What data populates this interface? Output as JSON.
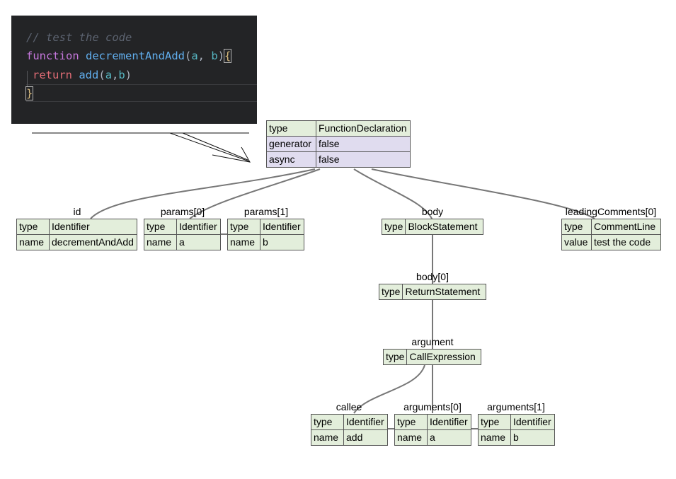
{
  "code": {
    "line1": "// test the code",
    "line2": {
      "kw": "function",
      "name": "decrementAndAdd",
      "open": "(",
      "a": "a",
      "comma": ", ",
      "b": "b",
      "close": ")",
      "brace": "{"
    },
    "line3": {
      "kw": "return",
      "call": "add",
      "open": "(",
      "a": "a",
      "comma": ",",
      "b": "b",
      "close": ")"
    },
    "line4": "}"
  },
  "tree": {
    "root": {
      "rows": [
        [
          "type",
          "FunctionDeclaration"
        ],
        [
          "generator",
          "false"
        ],
        [
          "async",
          "false"
        ]
      ]
    },
    "id": {
      "label": "id",
      "rows": [
        [
          "type",
          "Identifier"
        ],
        [
          "name",
          "decrementAndAdd"
        ]
      ]
    },
    "params0": {
      "label": "params[0]",
      "rows": [
        [
          "type",
          "Identifier"
        ],
        [
          "name",
          "a"
        ]
      ]
    },
    "params1": {
      "label": "params[1]",
      "rows": [
        [
          "type",
          "Identifier"
        ],
        [
          "name",
          "b"
        ]
      ]
    },
    "body": {
      "label": "body",
      "rows": [
        [
          "type",
          "BlockStatement"
        ]
      ]
    },
    "leading": {
      "label": "leadingComments[0]",
      "rows": [
        [
          "type",
          "CommentLine"
        ],
        [
          "value",
          "test the code"
        ]
      ]
    },
    "body0": {
      "label": "body[0]",
      "rows": [
        [
          "type",
          "ReturnStatement"
        ]
      ]
    },
    "argument": {
      "label": "argument",
      "rows": [
        [
          "type",
          "CallExpression"
        ]
      ]
    },
    "callee": {
      "label": "callee",
      "rows": [
        [
          "type",
          "Identifier"
        ],
        [
          "name",
          "add"
        ]
      ]
    },
    "args0": {
      "label": "arguments[0]",
      "rows": [
        [
          "type",
          "Identifier"
        ],
        [
          "name",
          "a"
        ]
      ]
    },
    "args1": {
      "label": "arguments[1]",
      "rows": [
        [
          "type",
          "Identifier"
        ],
        [
          "name",
          "b"
        ]
      ]
    }
  },
  "colors": {
    "node_green": "#e3eedb",
    "node_purple": "#e0dcef",
    "edge": "#777777",
    "code_bg": "#232426"
  }
}
